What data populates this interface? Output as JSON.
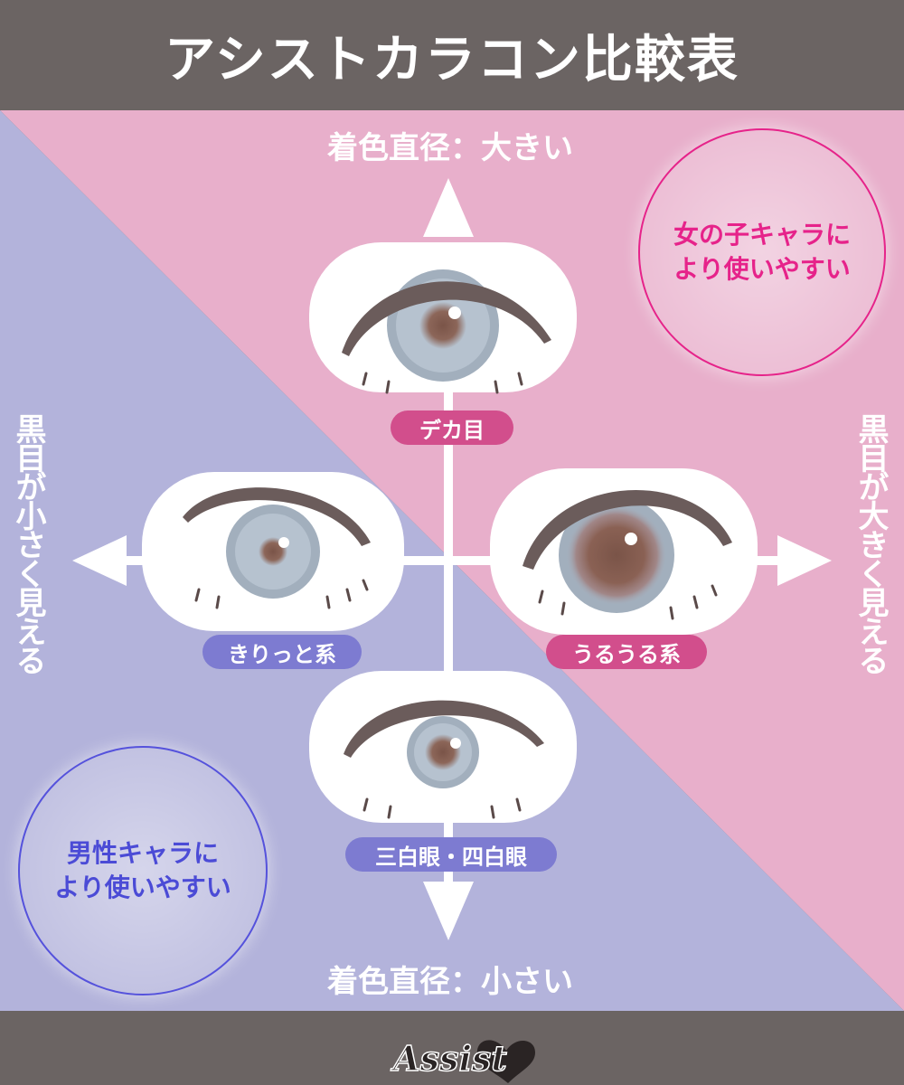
{
  "title": "アシストカラコン比較表",
  "axes": {
    "top": "着色直径：大きい",
    "bottom": "着色直径：小さい",
    "left": "黒目が小さく見える",
    "right": "黒目が大きく見える"
  },
  "eyes": [
    {
      "id": "top",
      "label": "デカ目",
      "tag_color": "pink"
    },
    {
      "id": "left",
      "label": "きりっと系",
      "tag_color": "blue"
    },
    {
      "id": "right",
      "label": "うるうる系",
      "tag_color": "pink"
    },
    {
      "id": "bottom",
      "label": "三白眼・四白眼",
      "tag_color": "blue"
    }
  ],
  "notes": {
    "female": "女の子キャラに\nより使いやすい",
    "male": "男性キャラに\nより使いやすい"
  },
  "logo": "Assist",
  "colors": {
    "frame": "#6b6463",
    "pink_zone": "#e8afcb",
    "blue_zone": "#b3b3db",
    "pink_accent": "#d24e8c",
    "blue_accent": "#7d7bd1",
    "iris": "#a8b5c4",
    "pupil": "#8a6459",
    "brow": "#6b5c5b"
  }
}
